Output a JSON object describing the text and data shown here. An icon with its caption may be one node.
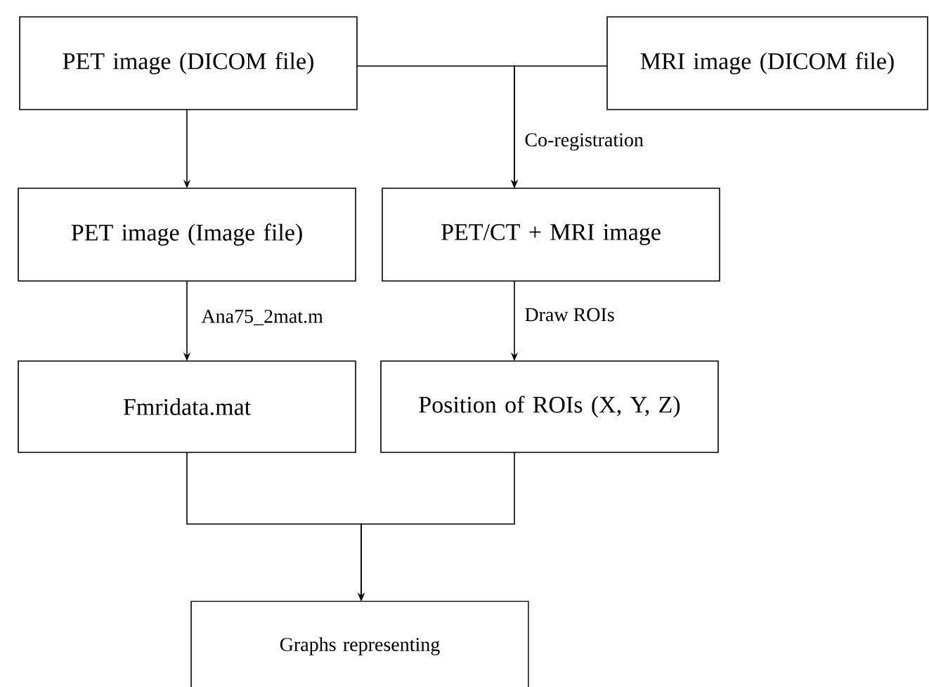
{
  "diagram": {
    "nodes": [
      {
        "text": [
          "PET image (DICOM file)"
        ]
      },
      {
        "text": [
          "MRI image (DICOM file)"
        ]
      },
      {
        "text": [
          "PET image (Image file)"
        ]
      },
      {
        "text": [
          "PET/CT + MRI image"
        ]
      },
      {
        "text": [
          "Fmridata.mat"
        ]
      },
      {
        "text": [
          "Position of ROIs (X, Y, Z)"
        ]
      },
      {
        "text": [
          "Graphs representing"
        ]
      }
    ],
    "edges": [
      {
        "from": 0,
        "to": 2,
        "arrow": "to"
      },
      {
        "from": 0,
        "to": 3,
        "arrow": "to"
      },
      {
        "from": 1,
        "to": 3,
        "arrow": "to",
        "label": "Co-registration"
      },
      {
        "from": 2,
        "to": 4,
        "arrow": "to",
        "label": "Ana75_2mat.m"
      },
      {
        "from": 3,
        "to": 5,
        "arrow": "to",
        "label": "Draw ROIs"
      },
      {
        "from": 4,
        "to": 6,
        "arrow": "to"
      },
      {
        "from": 5,
        "to": 6,
        "arrow": "to"
      }
    ]
  }
}
